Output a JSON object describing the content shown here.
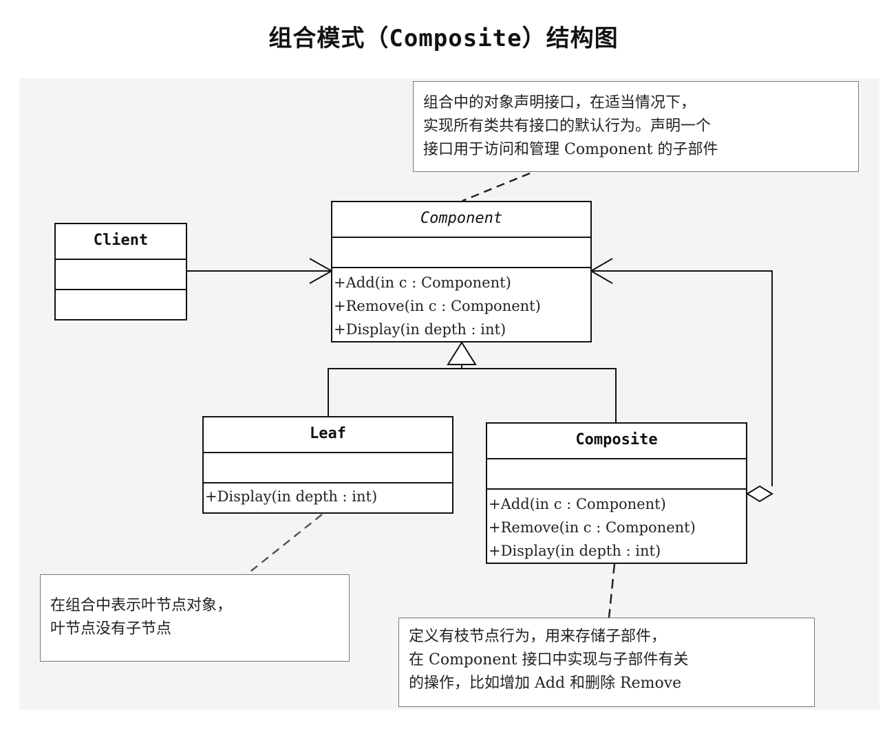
{
  "title": "组合模式（Composite）结构图",
  "classes": {
    "client": {
      "name": "Client"
    },
    "component": {
      "name": "Component",
      "operations": [
        "+Add(in c : Component)",
        "+Remove(in c : Component)",
        "+Display(in depth : int)"
      ]
    },
    "leaf": {
      "name": "Leaf",
      "operations": [
        "+Display(in depth : int)"
      ]
    },
    "composite": {
      "name": "Composite",
      "operations": [
        "+Add(in c : Component)",
        "+Remove(in c : Component)",
        "+Display(in depth : int)"
      ]
    }
  },
  "notes": {
    "component_note": "组合中的对象声明接口，在适当情况下，\n实现所有类共有接口的默认行为。声明一个\n接口用于访问和管理 Component 的子部件",
    "leaf_note": "在组合中表示叶节点对象，\n叶节点没有子节点",
    "composite_note": "定义有枝节点行为，用来存储子部件，\n在 Component 接口中实现与子部件有关\n的操作，比如增加 Add 和删除 Remove"
  }
}
